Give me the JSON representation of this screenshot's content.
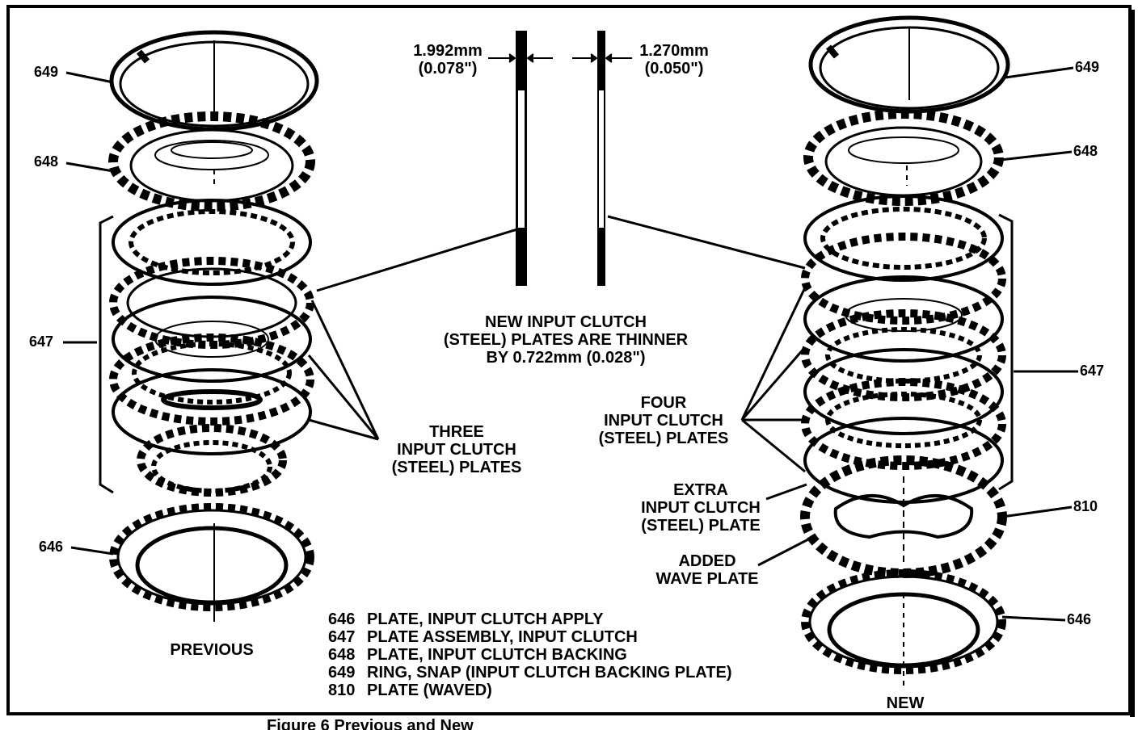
{
  "parts": {
    "p649": "649",
    "p648": "648",
    "p647": "647",
    "p646": "646",
    "p810": "810"
  },
  "thickness": {
    "old_mm": "1.992mm",
    "old_in": "(0.078\")",
    "new_mm": "1.270mm",
    "new_in": "(0.050\")"
  },
  "center_note": {
    "line1": "NEW INPUT CLUTCH",
    "line2": "(STEEL) PLATES ARE THINNER",
    "line3": "BY 0.722mm (0.028\")"
  },
  "callouts": {
    "three": [
      "THREE",
      "INPUT CLUTCH",
      "(STEEL) PLATES"
    ],
    "four": [
      "FOUR",
      "INPUT CLUTCH",
      "(STEEL) PLATES"
    ],
    "extra": [
      "EXTRA",
      "INPUT CLUTCH",
      "(STEEL) PLATE"
    ],
    "wave": [
      "ADDED",
      "WAVE PLATE"
    ]
  },
  "views": {
    "previous": "PREVIOUS",
    "new": "NEW"
  },
  "legend": [
    {
      "code": "646",
      "text": "PLATE, INPUT CLUTCH APPLY"
    },
    {
      "code": "647",
      "text": "PLATE ASSEMBLY, INPUT CLUTCH"
    },
    {
      "code": "648",
      "text": "PLATE, INPUT CLUTCH BACKING"
    },
    {
      "code": "649",
      "text": "RING, SNAP (INPUT CLUTCH BACKING PLATE)"
    },
    {
      "code": "810",
      "text": "PLATE (WAVED)"
    }
  ],
  "figure_caption": "Figure 6 Previous and New"
}
